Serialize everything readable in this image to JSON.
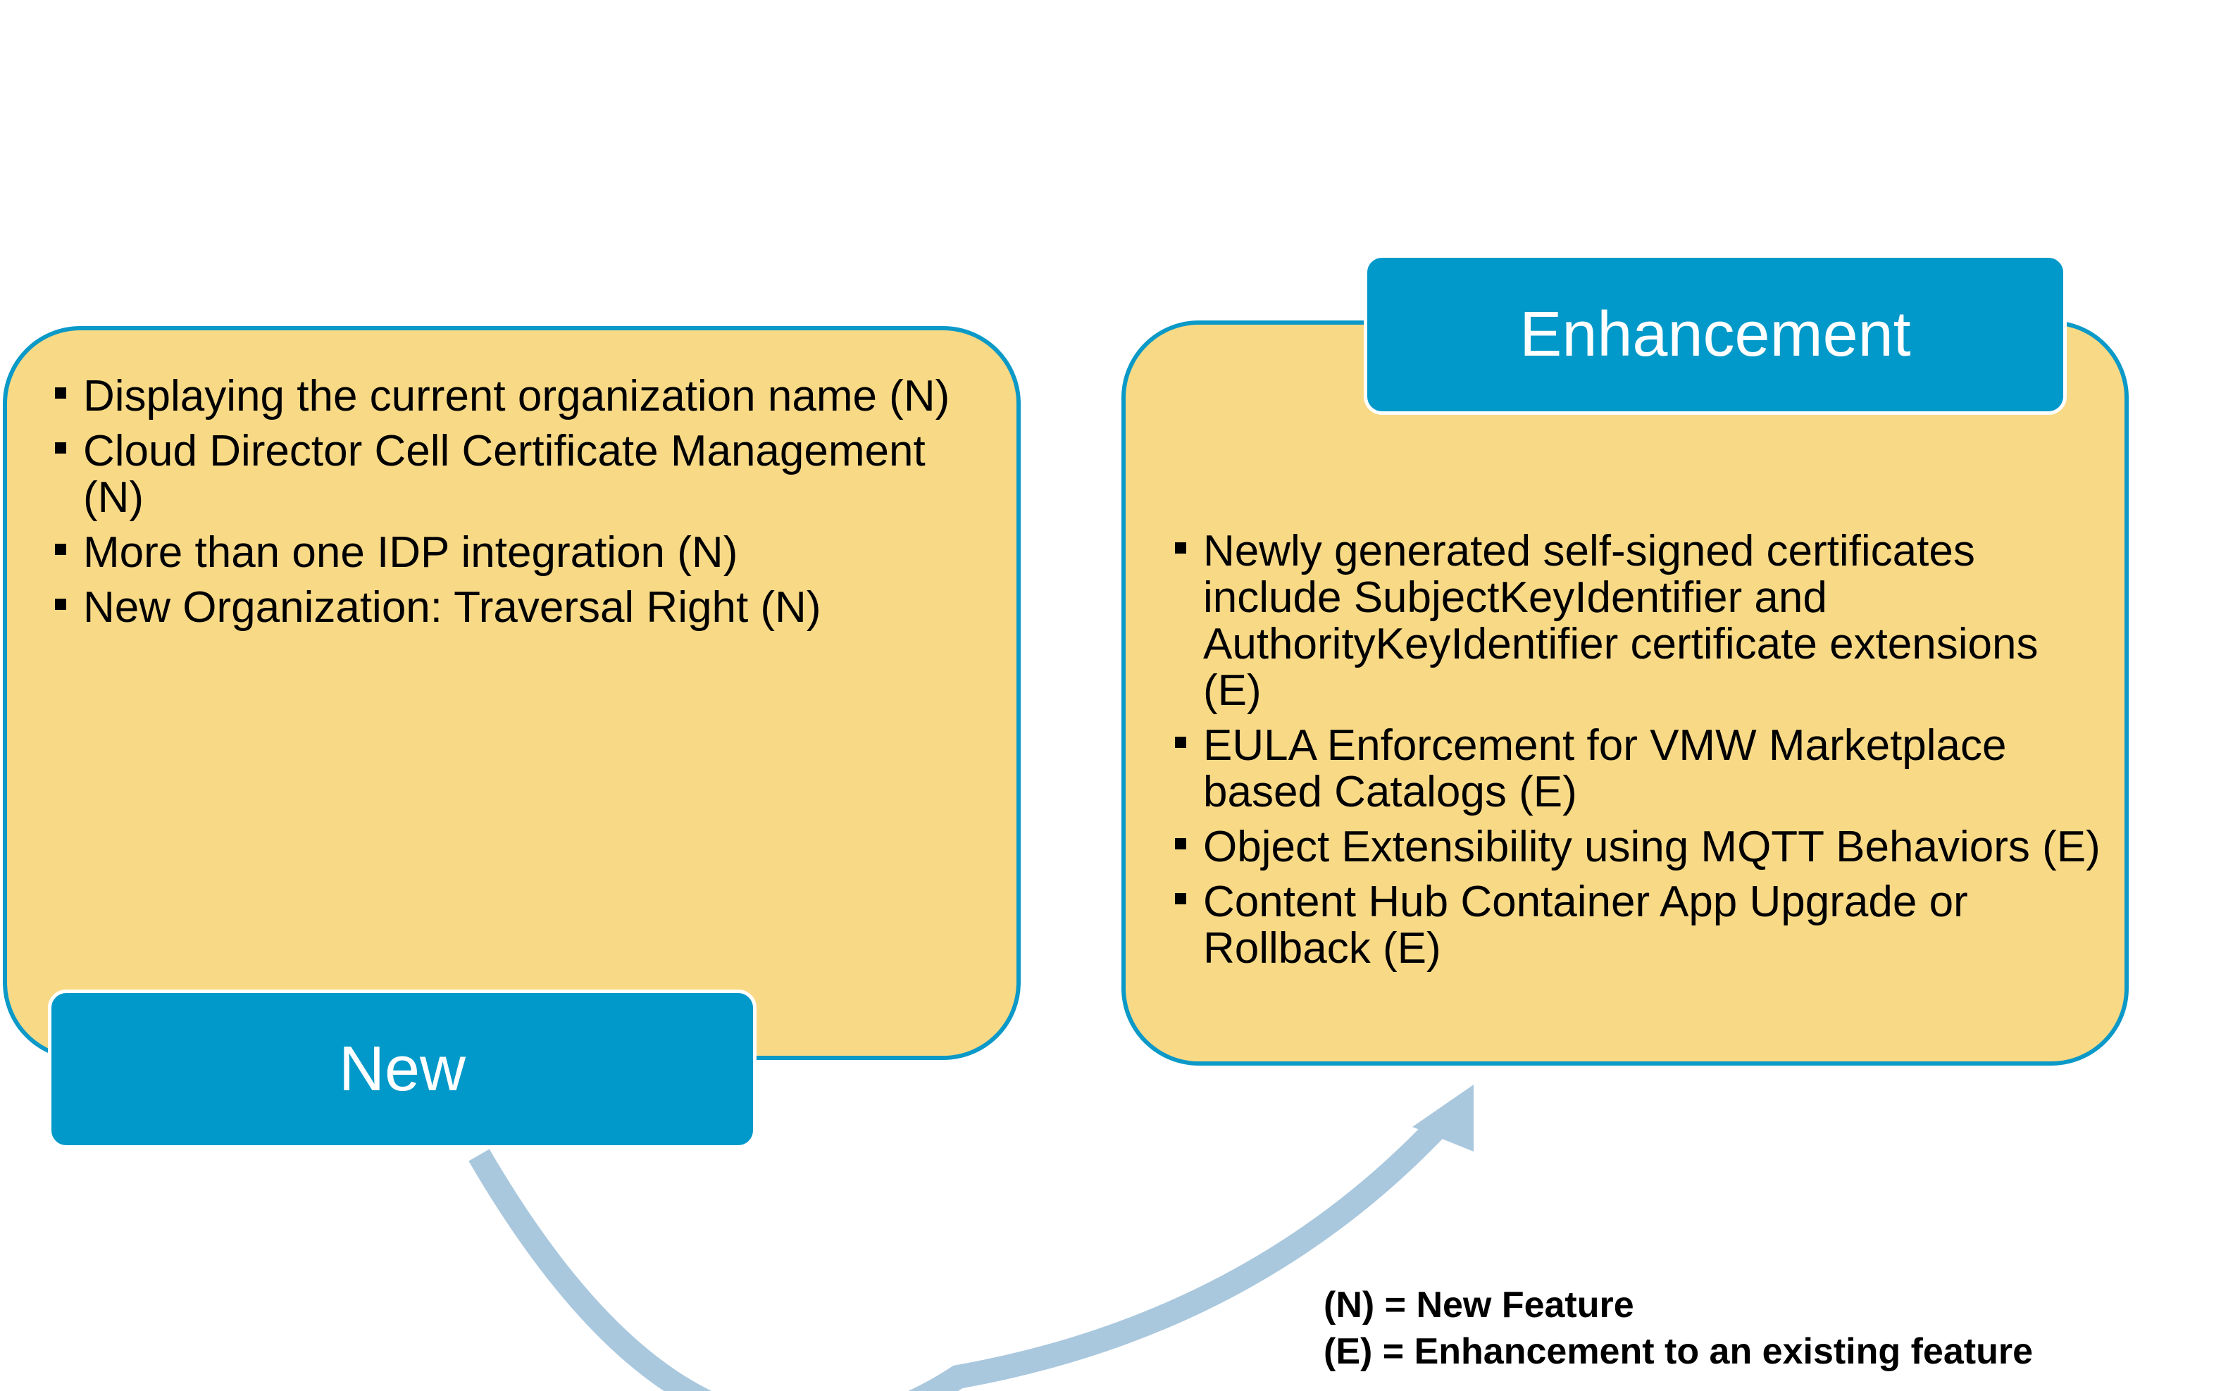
{
  "colors": {
    "panel_fill": "#f8d986",
    "panel_border": "#0b99c8",
    "label_fill": "#0099c9",
    "arrow": "#a9c8de"
  },
  "new_panel": {
    "title": "New",
    "items": [
      "Displaying the current organization name (N)",
      "Cloud Director Cell Certificate Management (N)",
      "More than one IDP integration (N)",
      "New Organization: Traversal Right (N)"
    ]
  },
  "enhancement_panel": {
    "title": "Enhancement",
    "items": [
      "Newly generated self-signed certificates include SubjectKeyIdentifier and AuthorityKeyIdentifier certificate extensions (E)",
      "EULA Enforcement for VMW Marketplace based Catalogs (E)",
      "Object Extensibility using MQTT Behaviors (E)",
      "Content Hub Container App Upgrade or Rollback (E)"
    ]
  },
  "legend": {
    "new": "(N) = New Feature",
    "enhancement": "(E) = Enhancement to an existing feature"
  },
  "icons": {
    "bullet": "square-bullet-icon",
    "arrow": "curved-arrow-icon"
  }
}
